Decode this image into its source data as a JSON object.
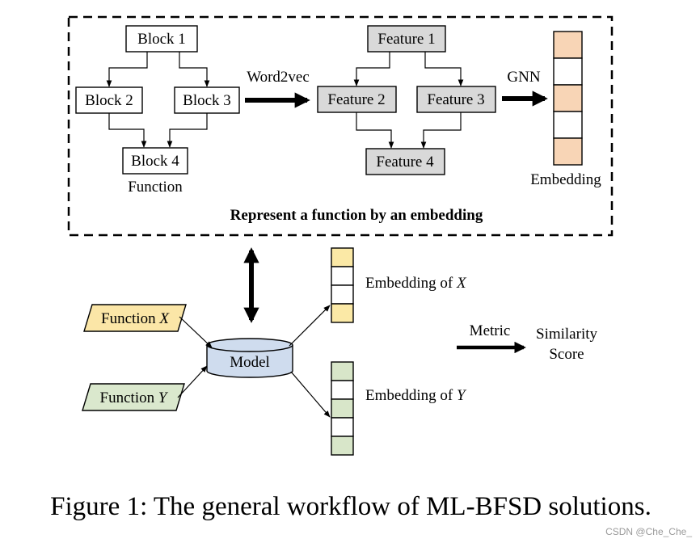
{
  "colors": {
    "feature_fill": "#d9d9d9",
    "embedding_orange": "#f8d5b6",
    "embedding_yellow": "#fbe9a6",
    "embedding_green": "#d8e6c9",
    "model_fill": "#cfdcee",
    "function_x_fill": "#fbe6a7",
    "function_y_fill": "#dae8cd",
    "stroke": "#000000"
  },
  "top_panel": {
    "blocks": {
      "b1": "Block 1",
      "b2": "Block 2",
      "b3": "Block 3",
      "b4": "Block 4"
    },
    "function_label": "Function",
    "word2vec_label": "Word2vec",
    "features": {
      "f1": "Feature 1",
      "f2": "Feature 2",
      "f3": "Feature 3",
      "f4": "Feature 4"
    },
    "gnn_label": "GNN",
    "embedding_label": "Embedding",
    "embedding_cells": [
      "orange",
      "white",
      "orange",
      "white",
      "orange"
    ],
    "caption": "Represent a function by an embedding"
  },
  "bottom_panel": {
    "function_x_prefix": "Function ",
    "function_x_var": "X",
    "function_y_prefix": "Function ",
    "function_y_var": "Y",
    "model_label": "Model",
    "embedding_x_prefix": "Embedding of ",
    "embedding_x_var": "X",
    "embedding_y_prefix": "Embedding of ",
    "embedding_y_var": "Y",
    "embedding_x_cells": [
      "yellow",
      "white",
      "white",
      "yellow"
    ],
    "embedding_y_cells": [
      "green",
      "white",
      "green",
      "white",
      "green"
    ],
    "metric_label": "Metric",
    "similarity_line1": "Similarity",
    "similarity_line2": "Score"
  },
  "figure_caption": "Figure 1: The general workflow of ML-BFSD solutions.",
  "watermark": "CSDN @Che_Che_"
}
